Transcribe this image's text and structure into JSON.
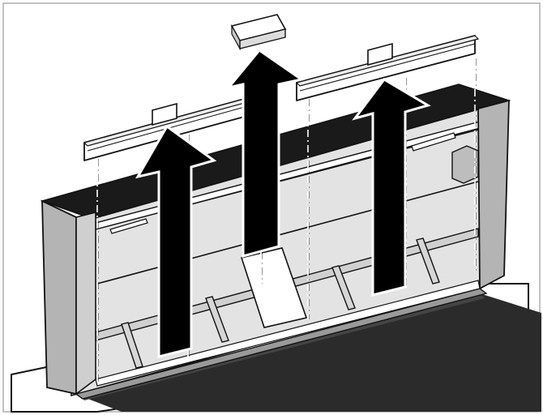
{
  "figure": {
    "frame_color": "#9a9a9a",
    "ink_color": "#111111",
    "panel_color": "#b4b4b4",
    "interior_color": "#e3e3e3",
    "floor_color": "#2b2b2b",
    "arrow_color": "#000000"
  },
  "parts": [
    {
      "name": "left-rail",
      "icon": "rail-removal-arrow-icon"
    },
    {
      "name": "center-cover",
      "icon": "cover-removal-arrow-icon"
    },
    {
      "name": "right-rail",
      "icon": "rail-removal-arrow-icon"
    }
  ]
}
